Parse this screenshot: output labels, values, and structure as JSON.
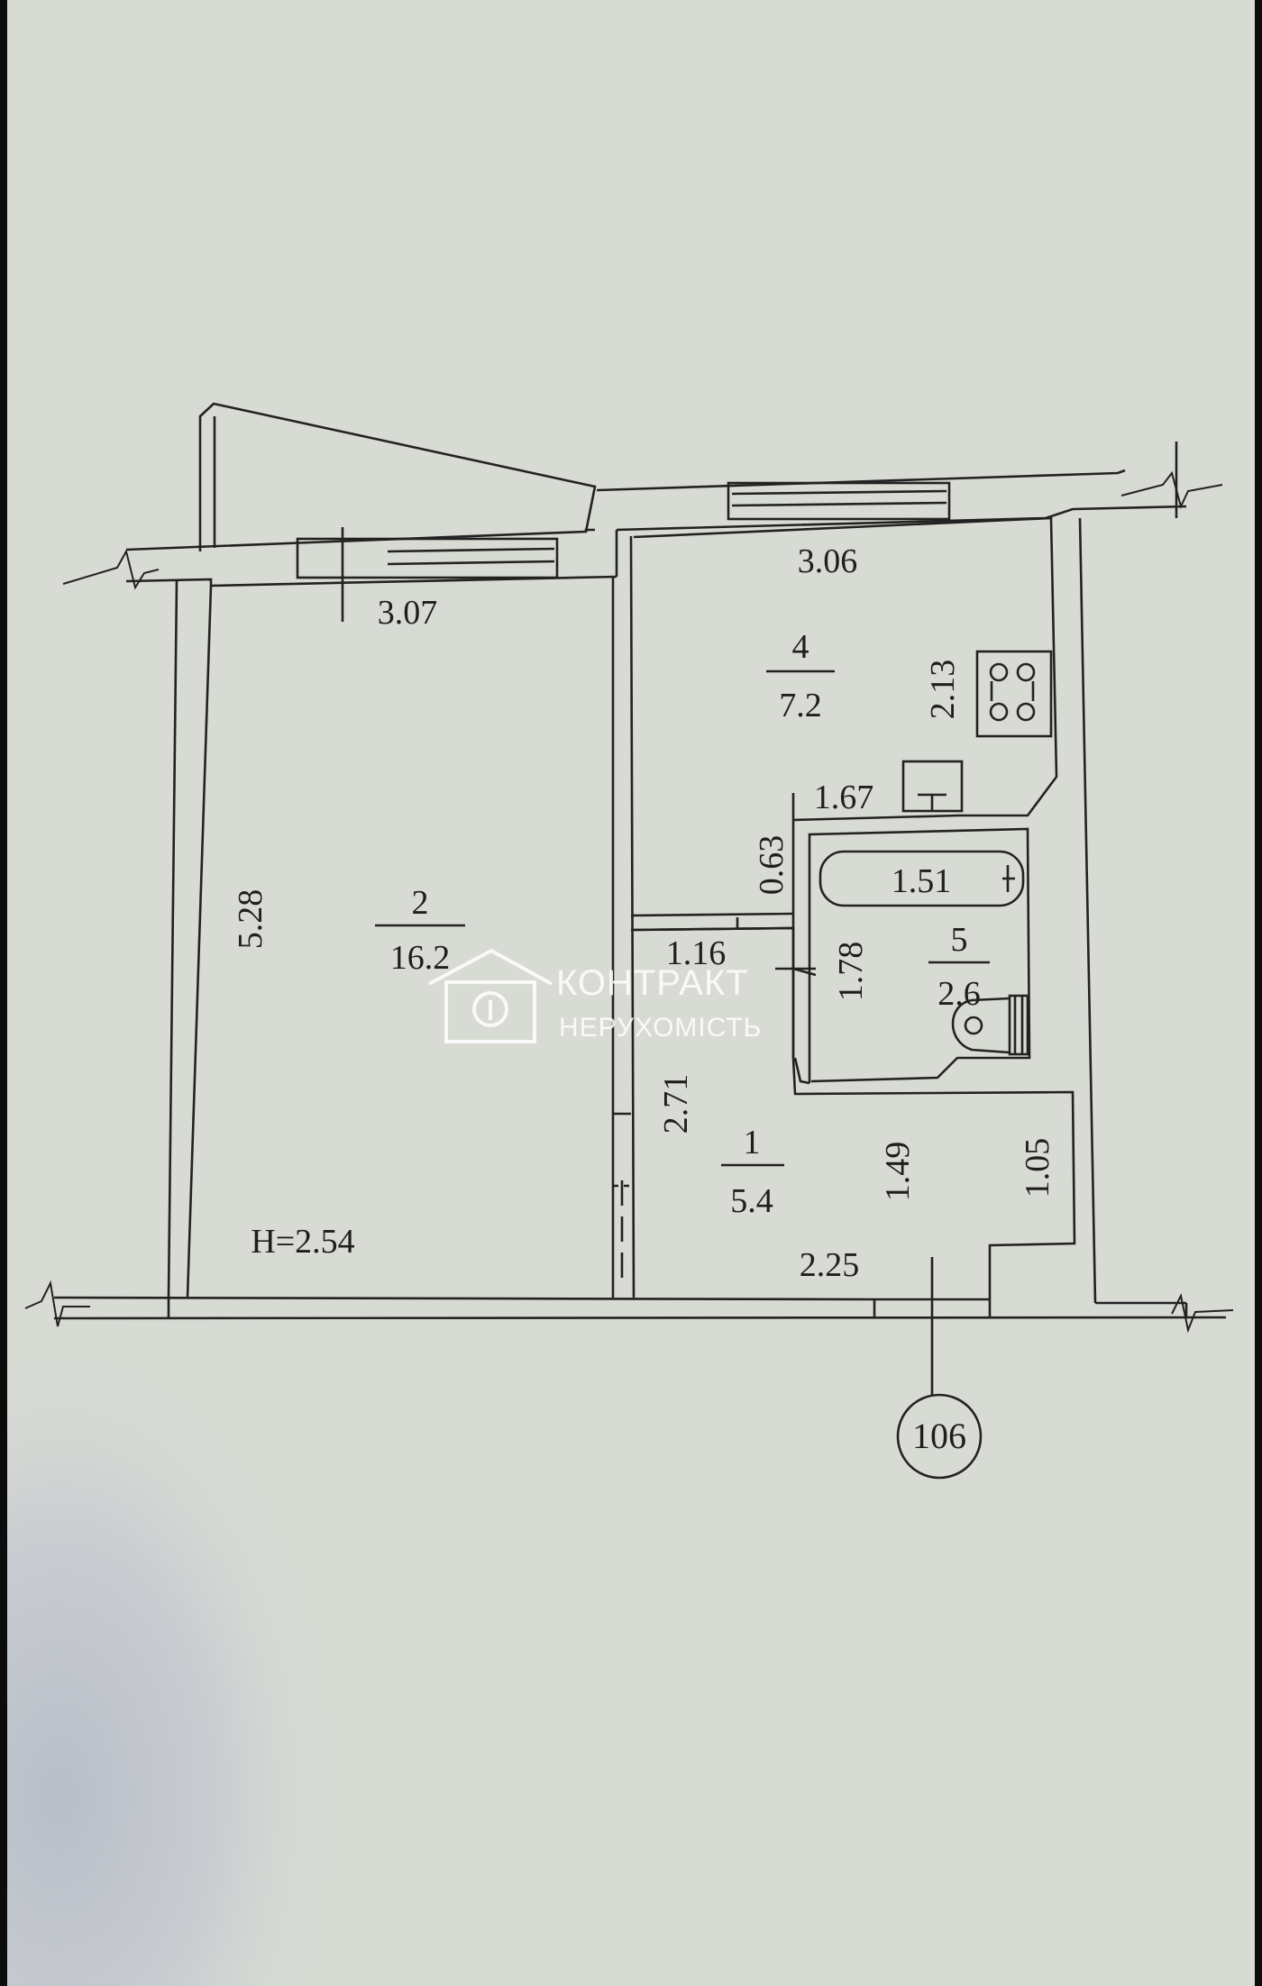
{
  "rooms": [
    {
      "number": "2",
      "area": "16.2"
    },
    {
      "number": "4",
      "area": "7.2"
    },
    {
      "number": "5",
      "area": "2.6"
    },
    {
      "number": "1",
      "area": "5.4"
    }
  ],
  "dimensions": {
    "room2_width": "3.07",
    "room2_length": "5.28",
    "room4_width": "3.06",
    "room4_depth": "2.13",
    "kitchen_step": "1.67",
    "wall_gap": "0.63",
    "bath": "1.51",
    "bathroom_length": "1.78",
    "hall_width": "1.16",
    "hall_length": "2.71",
    "hall_mid": "1.49",
    "hall_niche": "1.05",
    "hall_bottom": "2.25"
  },
  "ceiling_height": "H=2.54",
  "apartment_number": "106",
  "watermark": {
    "line1": "КОНТРАКТ",
    "line2": "НЕРУХОМІСТЬ"
  }
}
